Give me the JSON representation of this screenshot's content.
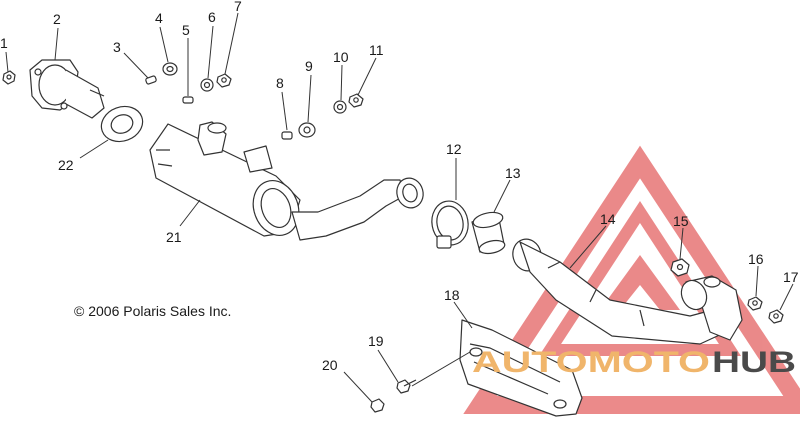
{
  "copyright": "© 2006 Polaris Sales Inc.",
  "watermark": {
    "part1": "AUTOMOTO",
    "part2": "HUB",
    "color_primary": "#f0b56b",
    "color_secondary": "#4a4a4a",
    "logo_color": "#e35d5d"
  },
  "callouts": [
    "1",
    "2",
    "3",
    "4",
    "5",
    "6",
    "7",
    "8",
    "9",
    "10",
    "11",
    "12",
    "13",
    "14",
    "15",
    "16",
    "17",
    "18",
    "19",
    "20",
    "21",
    "22"
  ]
}
